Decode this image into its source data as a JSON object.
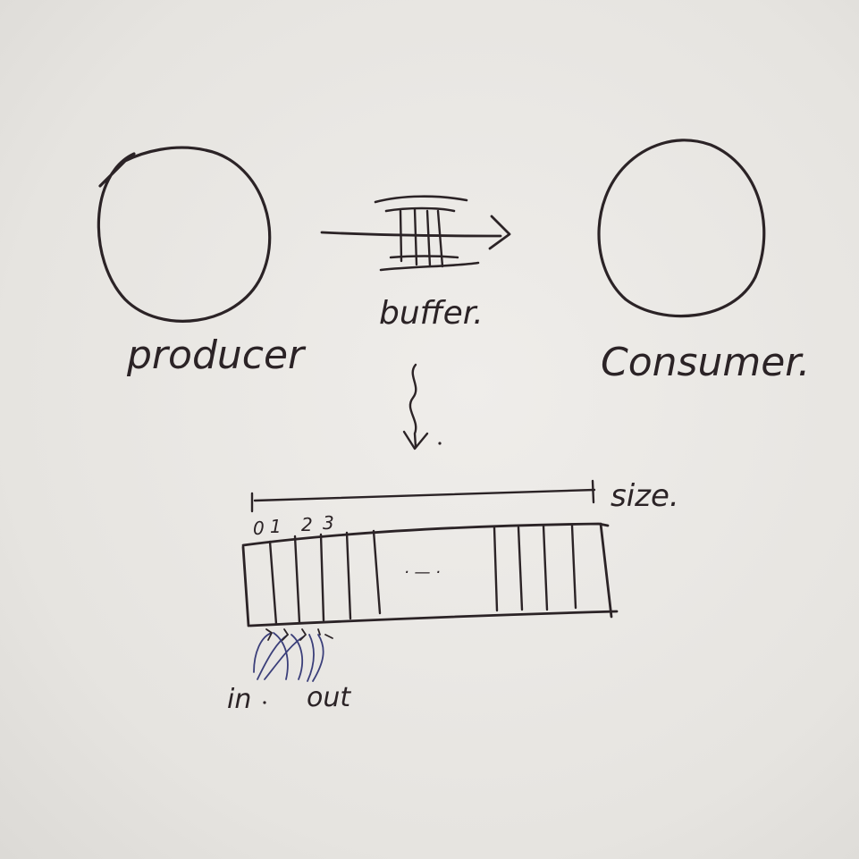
{
  "nodes": {
    "producer": "producer",
    "buffer": "buffer.",
    "consumer": "Consumer."
  },
  "buffer_detail": {
    "size_label": "size.",
    "indices": [
      "0",
      "1",
      "2",
      "3"
    ],
    "ellipsis": "· — ·",
    "in_label": "in",
    "out_label": "out"
  },
  "colors": {
    "ink": "#2b2326",
    "blue_ink": "#3b3f7a",
    "paper": "#e9e7e3"
  }
}
